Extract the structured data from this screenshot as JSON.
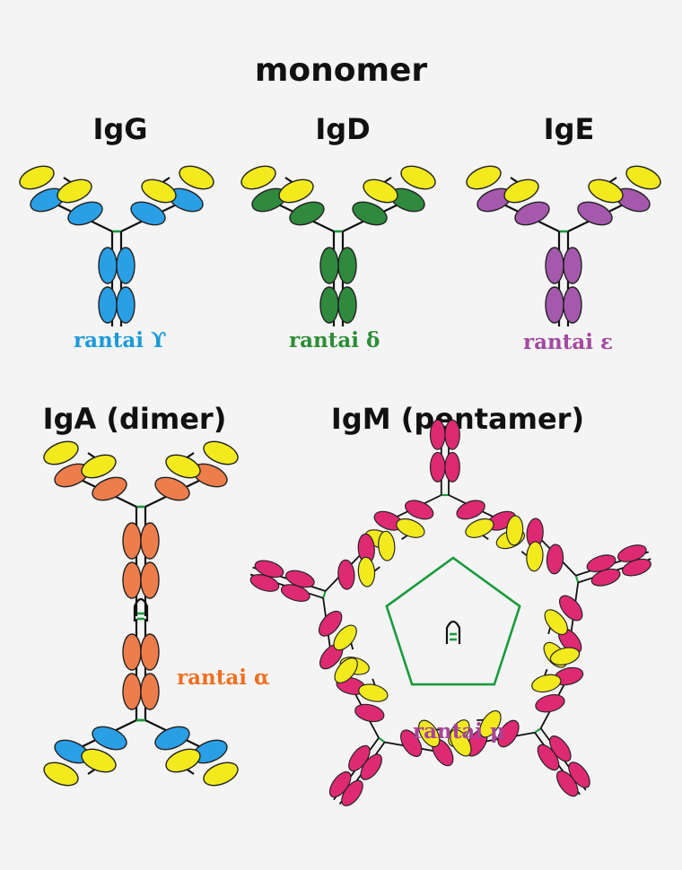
{
  "heading": "monomer",
  "molecules": {
    "igg": {
      "title": "IgG",
      "chain": "rantai ϒ"
    },
    "igd": {
      "title": "IgD",
      "chain": "rantai δ"
    },
    "ige": {
      "title": "IgE",
      "chain": "rantai ε"
    },
    "iga": {
      "title": "IgA (dimer)",
      "chain": "rantai α"
    },
    "igm": {
      "title": "IgM (pentamer)",
      "chain": "rantai μ"
    }
  },
  "colors": {
    "light_chain": "#f2ea1d",
    "igg": "#2a9fe6",
    "igd": "#2f8a3e",
    "ige": "#a559ad",
    "iga": "#ee7d4c",
    "iga_tail": "#2a9fe6",
    "igm": "#de2a72",
    "bond": "#1a9a3c",
    "chain_label_igg": "#1b9ad8",
    "chain_label_igd": "#2d8c36",
    "chain_label_ige": "#a34aa0",
    "chain_label_iga": "#f07022",
    "chain_label_igm": "#a9439a"
  }
}
